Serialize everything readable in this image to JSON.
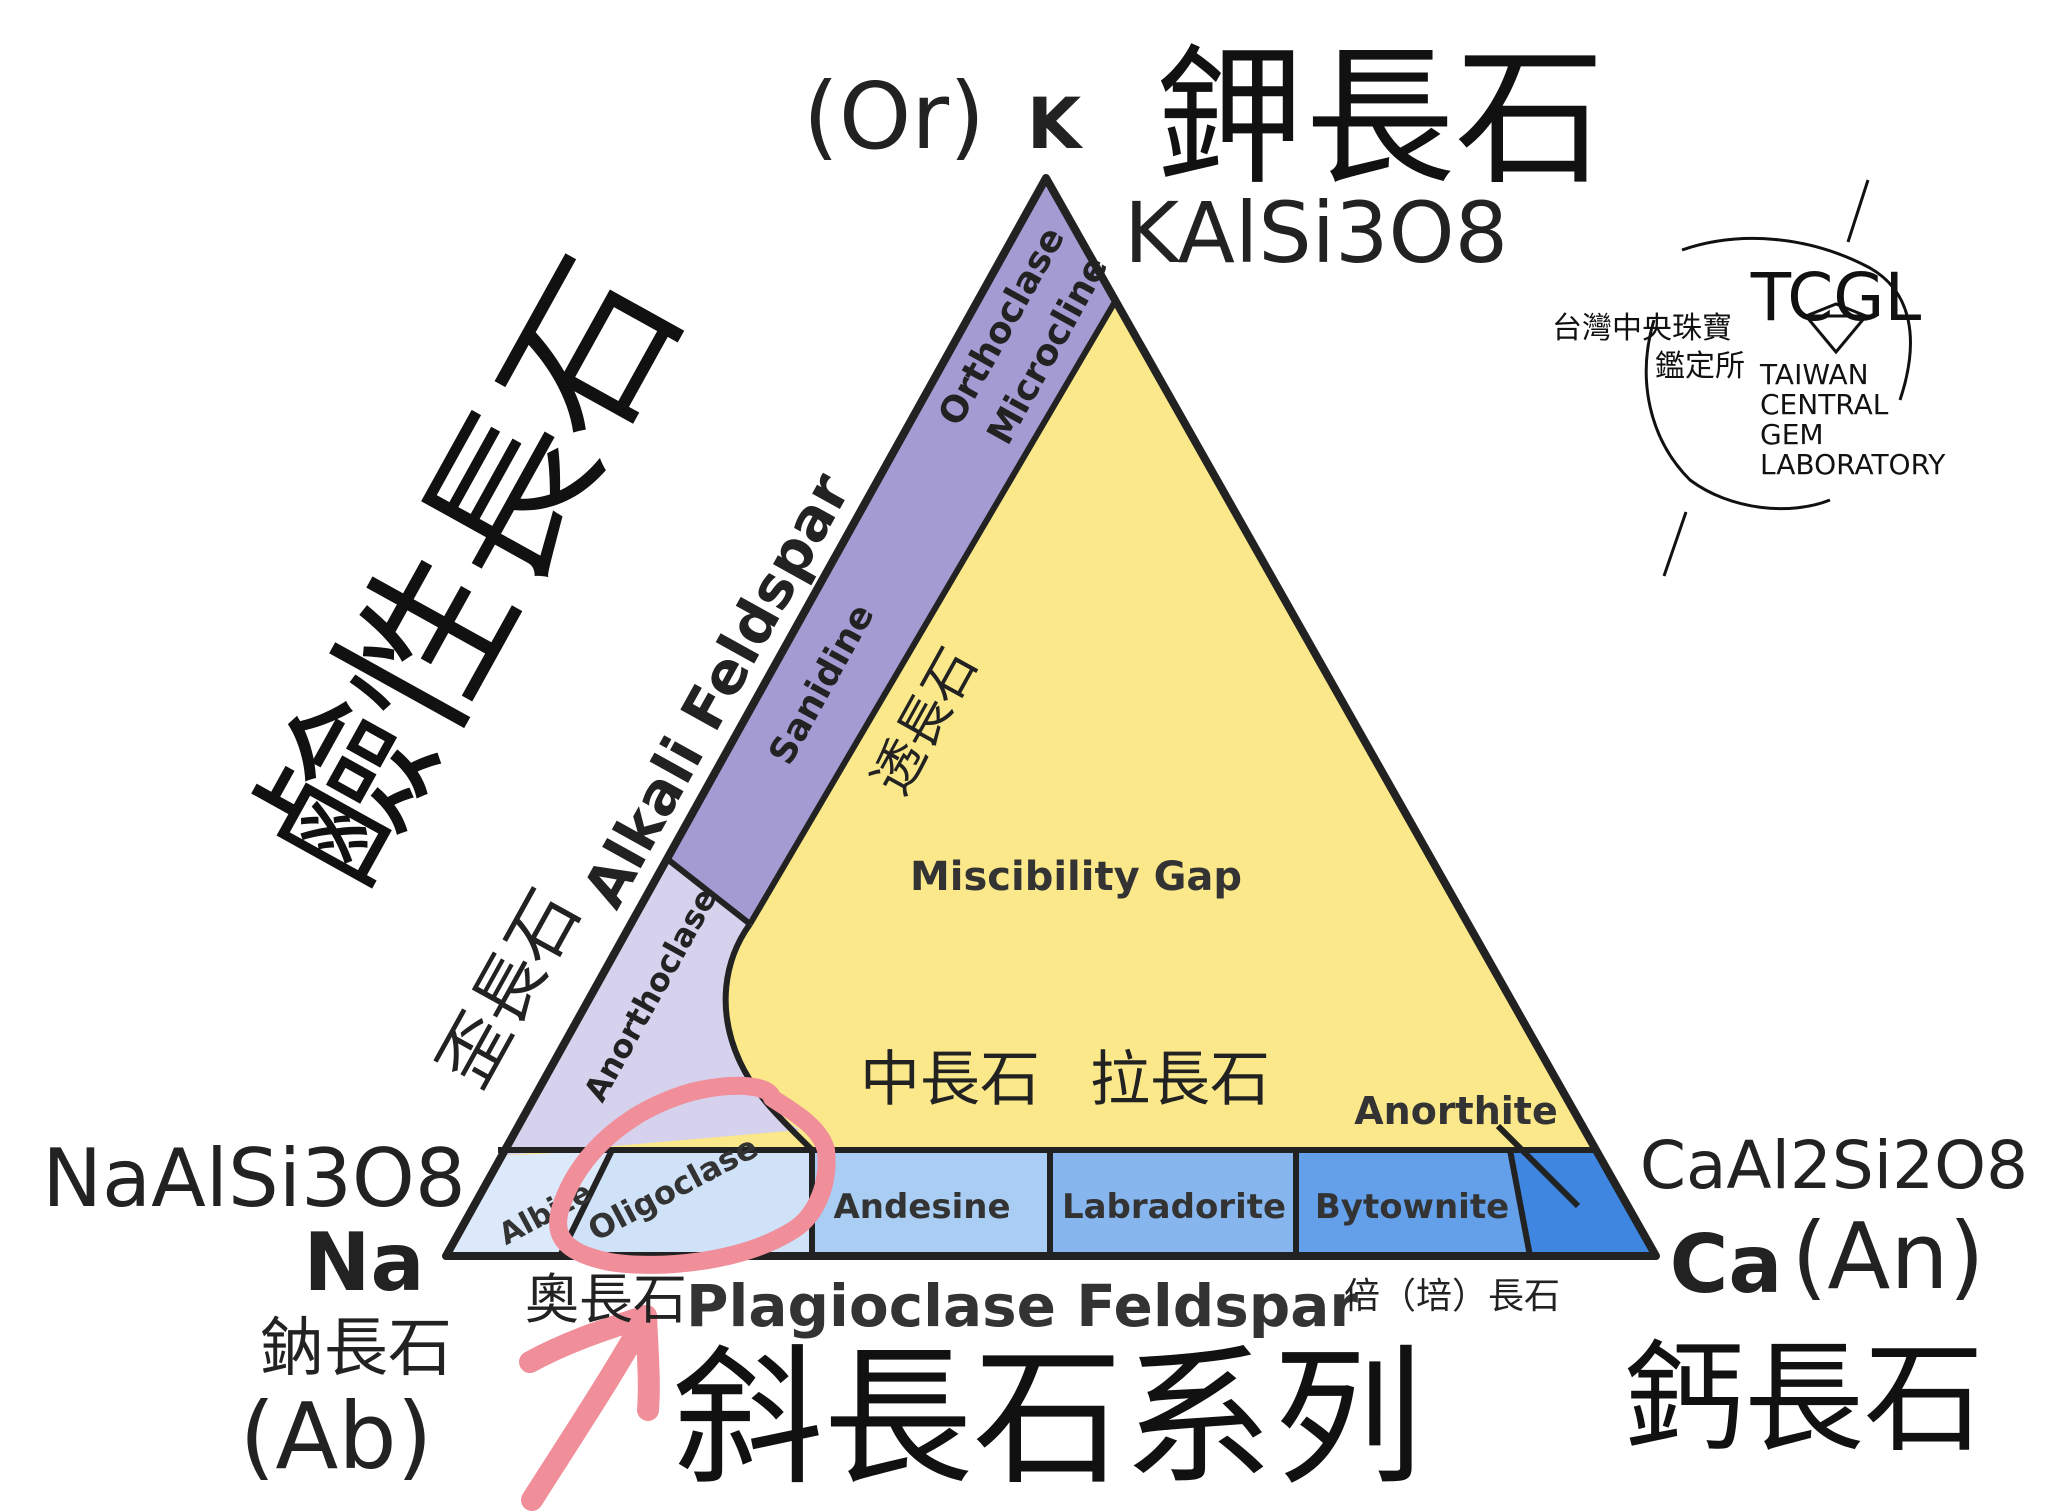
{
  "colors": {
    "yellow": "#fbe88a",
    "alkali_purple": "#a59bd3",
    "anorthoclase_lavender": "#d6d1ec",
    "albite": "#dce9fa",
    "oligoclase": "#cfe2f8",
    "andesine": "#a9cdf3",
    "labradorite": "#87b6ee",
    "bytownite": "#649fe9",
    "anorthite": "#3e86e0",
    "pink": "#f08e9a",
    "ink": "#222222"
  },
  "corners": {
    "top": {
      "symbol": "K",
      "abbr": "(Or)",
      "cn": "鉀長石",
      "formula": "KAlSi3O8"
    },
    "left": {
      "symbol": "Na",
      "abbr": "(Ab)",
      "cn": "鈉長石",
      "formula": "NaAlSi3O8"
    },
    "right": {
      "symbol": "Ca",
      "abbr": "(An)",
      "cn": "鈣長石",
      "formula": "CaAl2Si2O8"
    }
  },
  "alkali": {
    "en": "Alkali Feldspar",
    "cn": "鹼性長石",
    "orthoclase": "Orthoclase",
    "microcline": "Microcline",
    "sanidine": "Sanidine",
    "sanidine_cn": "透長石",
    "anorthoclase": "Anorthoclase",
    "anorthoclase_cn": "歪長石"
  },
  "gap": {
    "en": "Miscibility Gap",
    "cn1": "中長石",
    "cn2": "拉長石",
    "anorthite": "Anorthite"
  },
  "plagioclase": {
    "en": "Plagioclase Feldspar",
    "cn": "斜長石系列",
    "oligoclase_cn": "奧長石",
    "bytownite_cn": "倍（培）長石",
    "members": [
      "Albite",
      "Oligoclase",
      "Andesine",
      "Labradorite",
      "Bytownite"
    ]
  },
  "logo": {
    "mark": "TCGL",
    "cn1": "台灣中央珠寶",
    "cn2": "鑑定所",
    "en": [
      "TAIWAN",
      "CENTRAL",
      "GEM",
      "LABORATORY"
    ]
  }
}
